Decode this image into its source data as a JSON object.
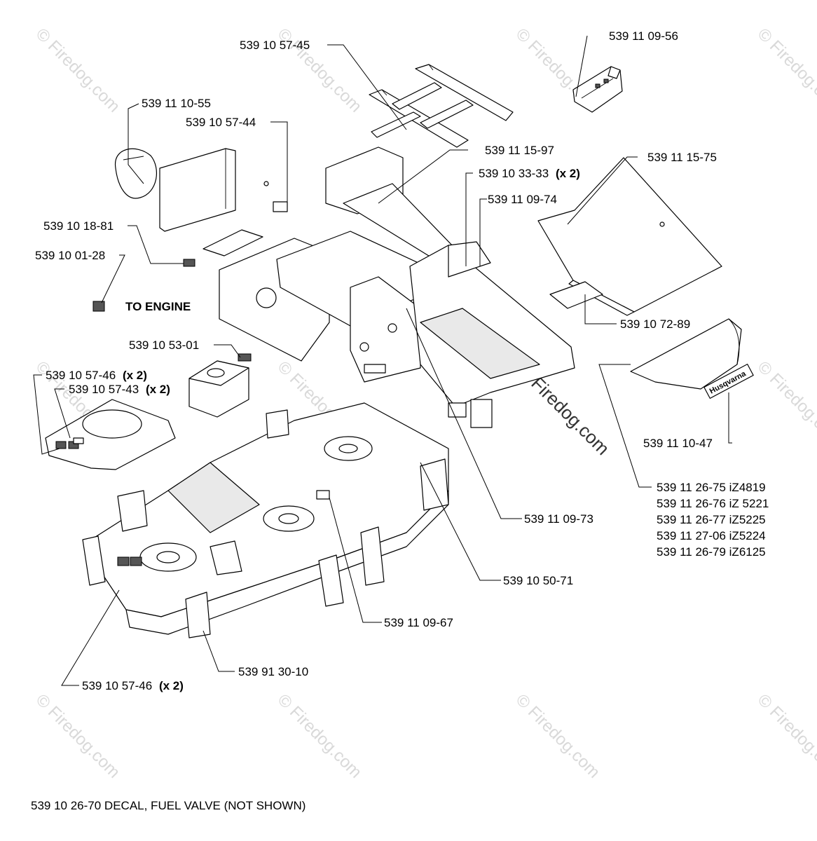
{
  "watermark": "© Firedog.com",
  "labels": {
    "p_539_11_09_56": "539 11 09-56",
    "p_539_10_57_45": "539 10 57-45",
    "p_539_11_10_55": "539 11 10-55",
    "p_539_10_57_44": "539 10 57-44",
    "p_539_11_15_97": "539 11 15-97",
    "p_539_10_33_33": "539 10 33-33",
    "p_539_10_33_33_qty": "(x 2)",
    "p_539_11_15_75": "539 11 15-75",
    "p_539_11_09_74": "539 11 09-74",
    "p_539_10_18_81": "539 10 18-81",
    "p_539_10_01_28": "539 10 01-28",
    "to_engine": "TO ENGINE",
    "p_539_10_72_89": "539 10 72-89",
    "p_539_10_53_01": "539 10 53-01",
    "p_539_10_57_46_top": "539 10 57-46",
    "p_539_10_57_46_top_qty": "(x 2)",
    "p_539_10_57_43": "539 10 57-43",
    "p_539_10_57_43_qty": "(x 2)",
    "p_539_11_10_47": "539 11 10-47",
    "p_539_11_26_75": "539 11 26-75 iZ4819",
    "p_539_11_26_76": "539 11 26-76 iZ 5221",
    "p_539_11_26_77": "539 11 26-77 iZ5225",
    "p_539_11_27_06": "539 11 27-06 iZ5224",
    "p_539_11_26_79": "539 11 26-79 iZ6125",
    "p_539_11_09_73": "539 11 09-73",
    "p_539_10_50_71": "539 10 50-71",
    "p_539_11_09_67": "539 11 09-67",
    "p_539_91_30_10": "539 91 30-10",
    "p_539_10_57_46_bot": "539 10 57-46",
    "p_539_10_57_46_bot_qty": "(x 2)",
    "decal_brand": "Husqvarna"
  },
  "footer_note": "539 10 26-70 DECAL, FUEL VALVE (NOT SHOWN)"
}
